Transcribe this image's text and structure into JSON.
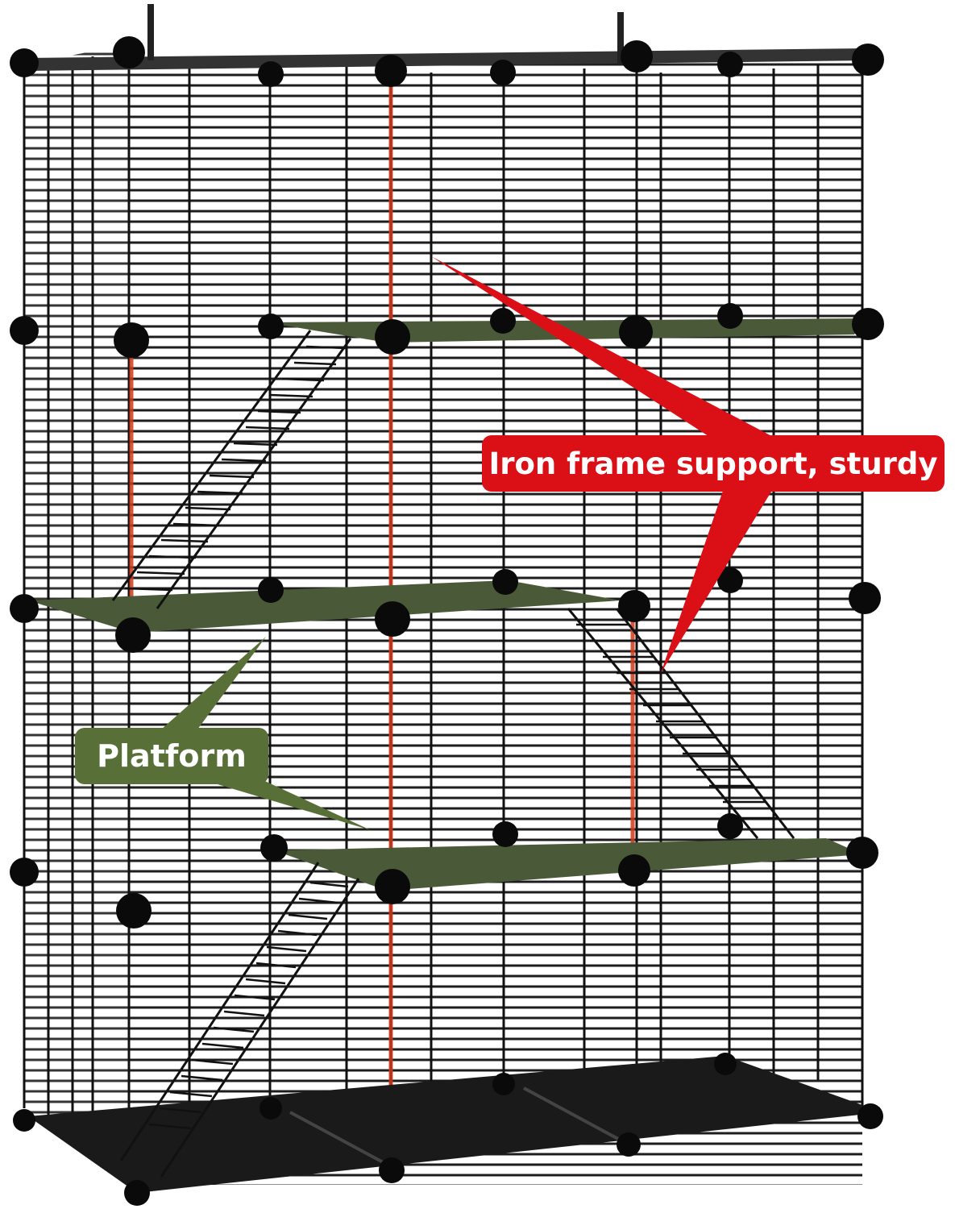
{
  "image": {
    "subject": "Multi-tier black wire pet cage with green platforms and ladders",
    "background": "#ffffff"
  },
  "colors": {
    "wire": "#111111",
    "connector": "#0a0a0a",
    "platform_green": "#4a5a38",
    "floor_black": "#1a1a1a",
    "highlight_line": "#d23a1a",
    "red_callout": "#db0f16",
    "green_callout": "#587038"
  },
  "callouts": {
    "iron_frame": {
      "label": "Iron frame support, sturdy",
      "color": "#db0f16"
    },
    "platform": {
      "label": "Platform",
      "color": "#587038"
    }
  },
  "structure": {
    "tiers": 4,
    "columns": 3,
    "platforms": 3,
    "ladders": 3
  }
}
